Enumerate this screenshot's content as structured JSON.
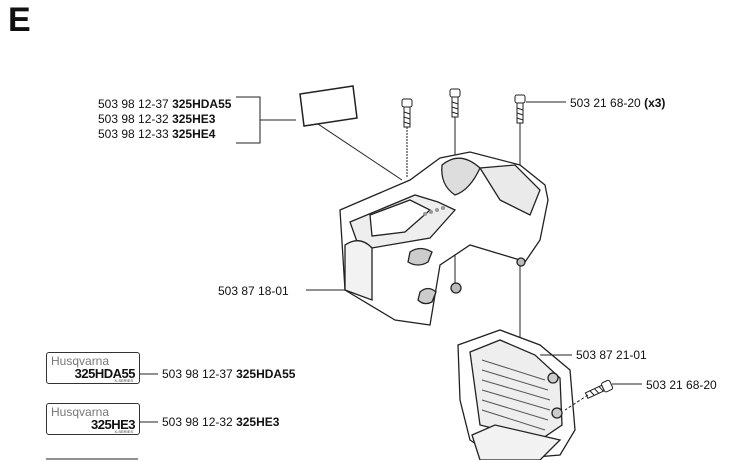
{
  "section_letter": "E",
  "parts": {
    "label_group": [
      {
        "number": "503 98 12-37",
        "model": "325HDA55"
      },
      {
        "number": "503 98 12-32",
        "model": "325HE3"
      },
      {
        "number": "503 98 12-33",
        "model": "325HE4"
      }
    ],
    "screw_top": {
      "number": "503 21 68-20",
      "qty": "(x3)"
    },
    "cover": {
      "number": "503 87 18-01"
    },
    "lower_cover": {
      "number": "503 87 21-01"
    },
    "screw_side": {
      "number": "503 21 68-20"
    },
    "decals": [
      {
        "brand": "Husqvarna",
        "model": "325HDA55",
        "series": "X-SERIES",
        "number": "503 98 12-37",
        "label_model": "325HDA55"
      },
      {
        "brand": "Husqvarna",
        "model": "325HE3",
        "series": "X-SERIES",
        "number": "503 98 12-32",
        "label_model": "325HE3"
      }
    ]
  }
}
